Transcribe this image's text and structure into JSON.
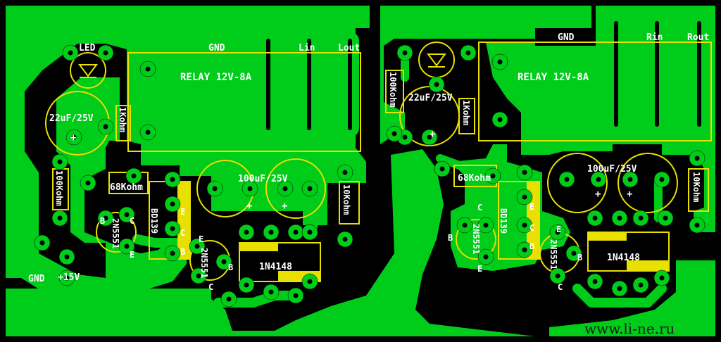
{
  "colors": {
    "board": "#000000",
    "copper": "#00cc1a",
    "silk": "#e8e000",
    "text": "#ffffff"
  },
  "labels": {
    "led": "LED",
    "gnd_top_left": "GND",
    "lin": "Lin",
    "lout": "Lout",
    "relay_left": "RELAY 12V-8A",
    "cap22_left": "22uF/25V",
    "r1k_left": "1Kohm",
    "r100k_left": "100Kohm",
    "r68k_left": "68Kohm",
    "bd139_left": "BD139",
    "ecb_left_e": "E",
    "ecb_left_c": "C",
    "ecb_left_b": "B",
    "q1_left": "2N5551",
    "q1_left_b": "B",
    "q1_left_c": "C",
    "q1_left_e": "E",
    "cap100_left": "100uF/25V",
    "r10k_left": "10Kohm",
    "d1_left": "1N4148",
    "q2_left": "2N5551",
    "q2_left_e": "E",
    "q2_left_b": "B",
    "q2_left_c": "C",
    "gnd_bottom": "GND",
    "plus15": "+15V",
    "gnd_top_right": "GND",
    "rin": "Rin",
    "rout": "Rout",
    "relay_right": "RELAY 12V-8A",
    "cap22_right": "22uF/25V",
    "r1k_right": "1Kohm",
    "r100k_right": "100Kohm",
    "r68k_right": "68Kohm",
    "bd139_right": "BD139",
    "ecb_right_e": "E",
    "ecb_right_c": "C",
    "ecb_right_b": "B",
    "q1_right": "2N5551",
    "q1_right_c": "C",
    "q1_right_b": "B",
    "q1_right_e": "E",
    "cap100_right": "100uF/25V",
    "r10k_right": "10Kohm",
    "d1_right": "1N4148",
    "q2_right": "2N5551",
    "q2_right_e": "E",
    "q2_right_b": "B",
    "q2_right_c": "C",
    "watermark": "www.li-ne.ru"
  }
}
